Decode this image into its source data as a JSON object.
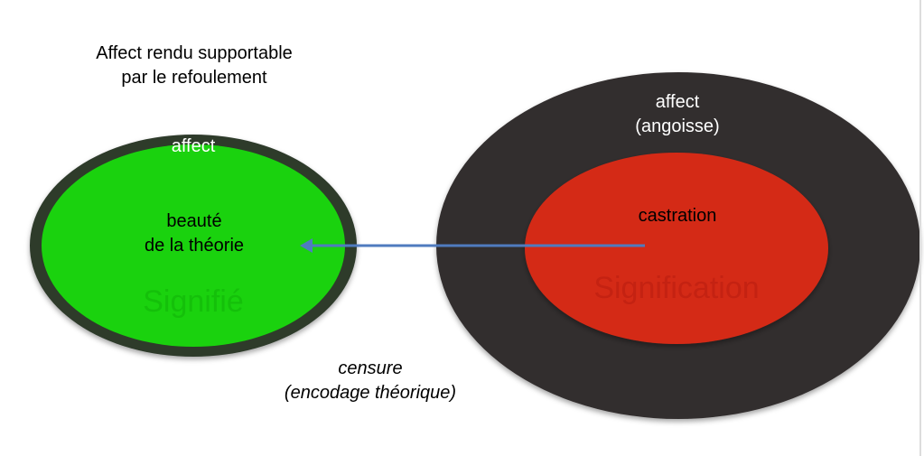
{
  "diagram": {
    "title_lines": [
      "Affect rendu supportable",
      "par le refoulement"
    ],
    "left_ellipse": {
      "outer_label": "affect",
      "inner_label_lines": [
        "beauté",
        "de la théorie"
      ],
      "watermark": "Signifié",
      "fill_color": "#1ad20e",
      "ring_color": "#2d3a2c"
    },
    "right_ellipse": {
      "outer_label_lines": [
        "affect",
        "(angoisse)"
      ],
      "inner_label": "castration",
      "watermark": "Signification",
      "outer_color": "#332e2e",
      "inner_color": "#d42a17"
    },
    "arrow": {
      "color": "#4f7bbf",
      "direction": "right-to-left"
    },
    "caption_lines": [
      "censure",
      "(encodage théorique)"
    ]
  }
}
